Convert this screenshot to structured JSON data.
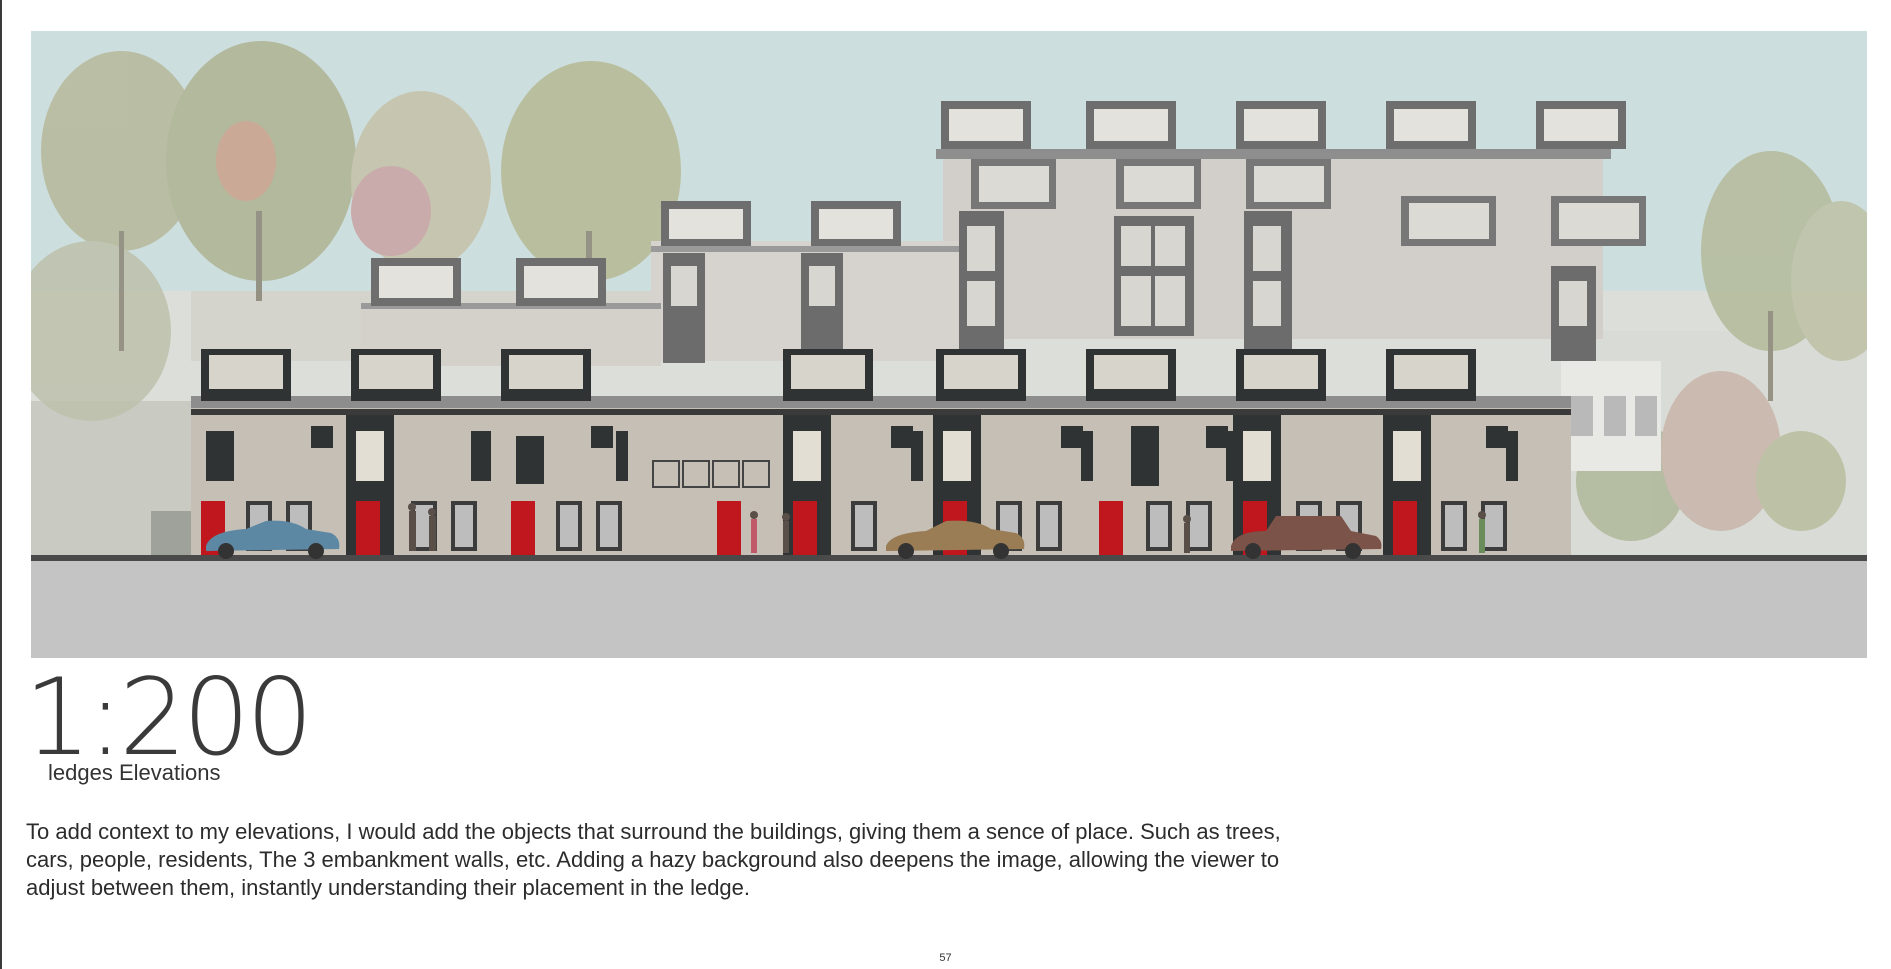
{
  "document": {
    "scale": "1:200",
    "subtitle": "ledges Elevations",
    "description": "To add context to my elevations, I would add the objects that surround the buildings, giving them a sence of place. Such as trees, cars, people, residents, The 3 embankment walls, etc. Adding a hazy background also deepens the image, allowing the viewer to adjust between them, instantly understanding their placement in the ledge.",
    "page_number": "57"
  },
  "colors": {
    "sky": "#cddedf",
    "ground": "#c4c4c4",
    "door_red": "#c0161d",
    "dark_frame": "#2f3333",
    "stone_light": "#d6d3cd",
    "stone_mid": "#c2bcb2"
  },
  "vehicles": [
    {
      "name": "car",
      "color": "#5d88a4"
    },
    {
      "name": "car",
      "color": "#9a7c55"
    },
    {
      "name": "estate-car",
      "color": "#7b5348"
    }
  ]
}
